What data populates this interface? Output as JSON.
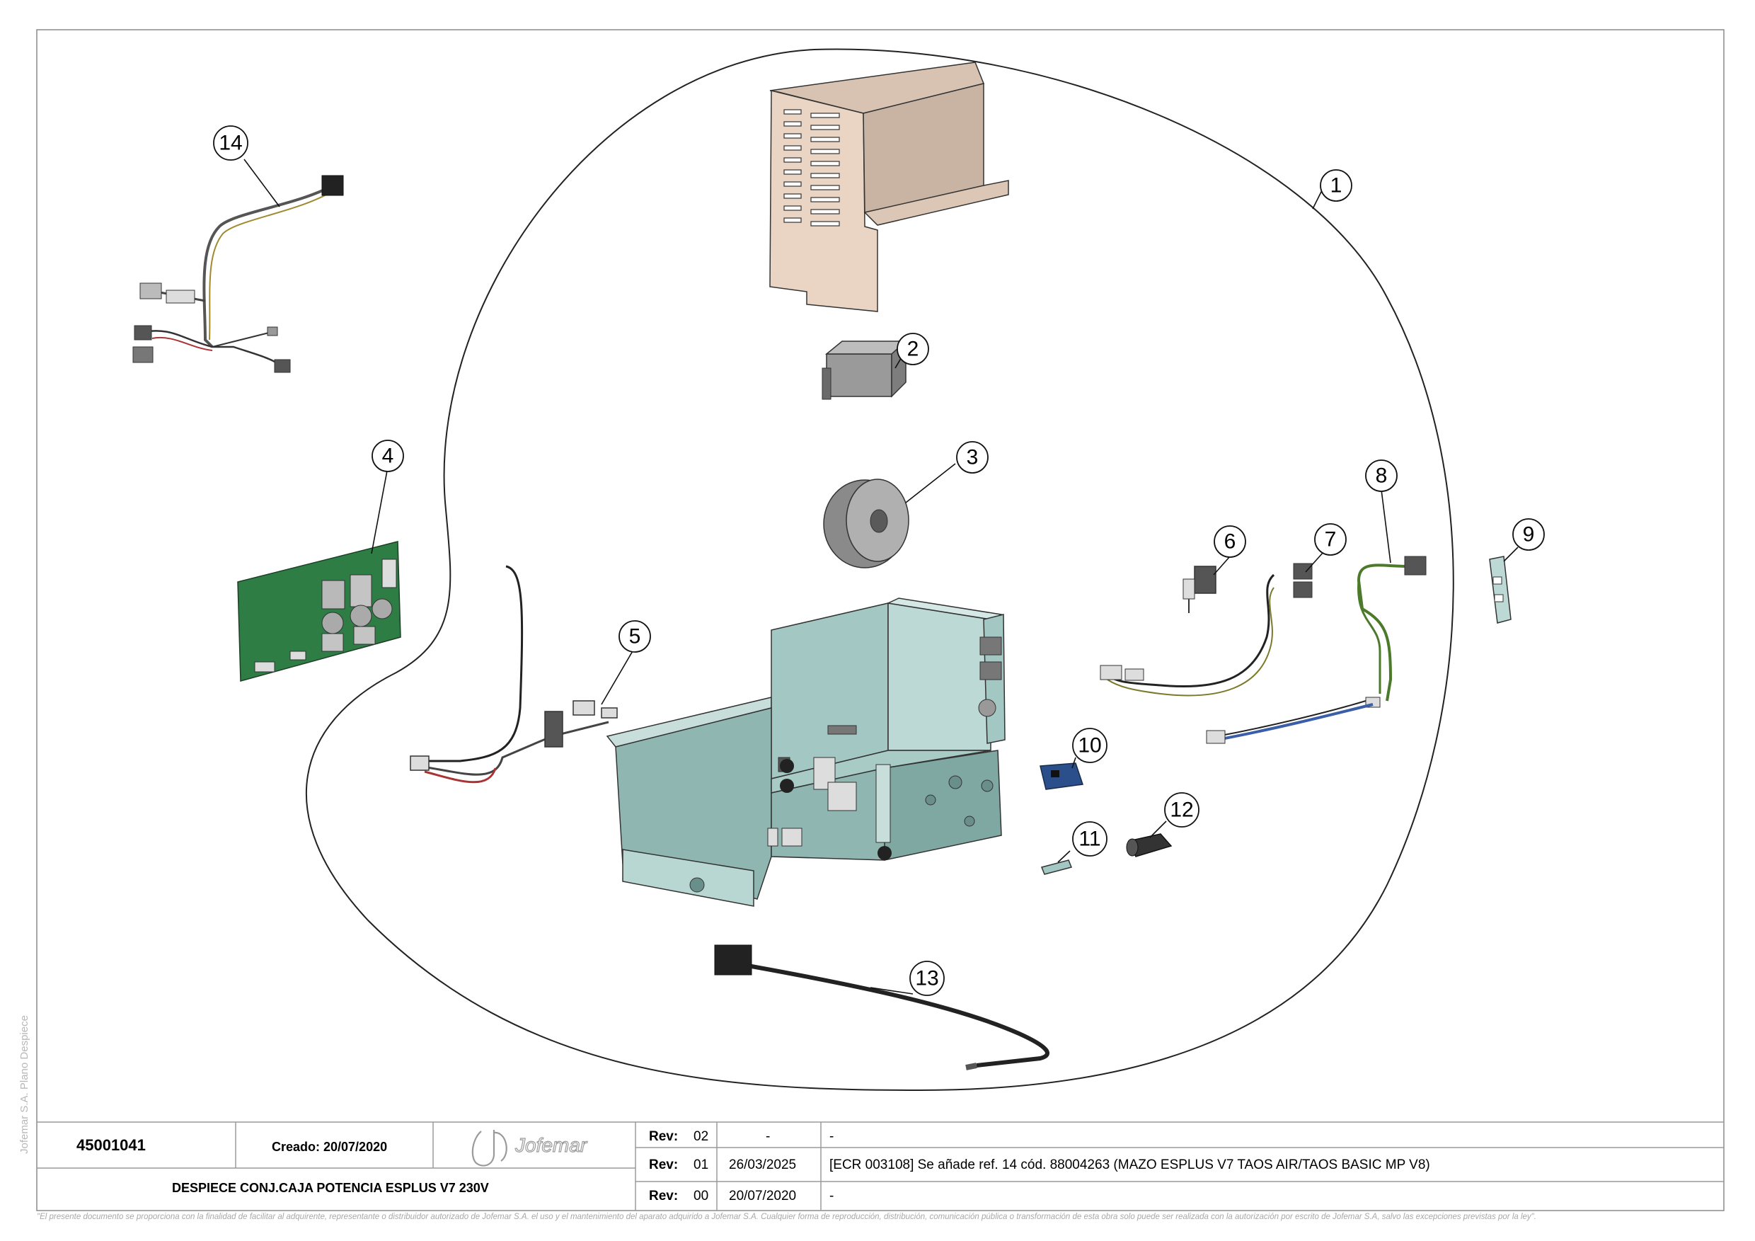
{
  "drawing": {
    "part_number": "45001041",
    "created": "Creado: 20/07/2020",
    "title": "DESPIECE CONJ.CAJA POTENCIA ESPLUS V7 230V",
    "logo_text": "Jofemar",
    "side_note": "Jofemar S.A. Plano Despiece",
    "disclaimer": "\"El presente documento se proporciona con la finalidad de facilitar al adquirente, representante o distribuidor autorizado de Jofemar S.A. el uso y el mantenimiento del aparato adquirido a Jofemar S.A. Cualquier forma de reproducción, distribución, comunicación pública o transformación de esta obra solo puede ser realizada con la autorización por escrito de Jofemar S.A, salvo las excepciones previstas por la ley\"."
  },
  "revisions": [
    {
      "label": "Rev:",
      "rev": "02",
      "date": "-",
      "description": "-"
    },
    {
      "label": "Rev:",
      "rev": "01",
      "date": "26/03/2025",
      "description": "[ECR 003108] Se añade ref. 14 cód. 88004263 (MAZO ESPLUS V7 TAOS AIR/TAOS BASIC MP V8)"
    },
    {
      "label": "Rev:",
      "rev": "00",
      "date": "20/07/2020",
      "description": "-"
    }
  ],
  "balloons": [
    "1",
    "2",
    "3",
    "4",
    "5",
    "6",
    "7",
    "8",
    "9",
    "10",
    "11",
    "12",
    "13",
    "14"
  ],
  "colors": {
    "housing": "#ead5c4",
    "chassis": "#8fb6b0",
    "pcb": "#2e7d45",
    "knob": "#8a8a8a",
    "wire_green": "#4a7a2a",
    "wire_blue": "#3a5fa8",
    "connector_blue": "#2a4f8a"
  }
}
